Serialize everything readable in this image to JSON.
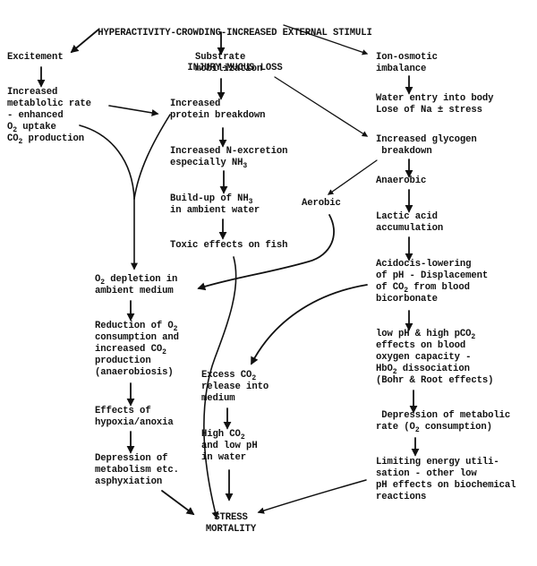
{
  "diagram": {
    "title_lines": [
      "HYPERACTIVITY-CROWDING-INCREASED EXTERNAL STIMULI",
      "INJURY-MUCUS LOSS"
    ],
    "nodes": {
      "excitement": [
        "Excitement"
      ],
      "increased_metabolic_rate": [
        "Increased",
        "metablolic rate",
        "- enhanced",
        "O|2| uptake",
        "CO|2| production"
      ],
      "substrate_mobilization": [
        "Substrate",
        "mobilization"
      ],
      "increased_protein_breakdown": [
        "Increased",
        "protein breakdown"
      ],
      "increased_n_excretion": [
        "Increased N-excretion",
        "especially NH|3|"
      ],
      "buildup_nh3": [
        "Build-up of NH|3|",
        "in ambient water"
      ],
      "toxic_effects": [
        "Toxic effects on fish"
      ],
      "aerobic": [
        "Aerobic"
      ],
      "ion_osmotic_imbalance": [
        "Ion-osmotic",
        "imbalance"
      ],
      "water_entry": [
        "Water entry into body",
        "Lose of Na ± stress"
      ],
      "increased_glycogen_breakdown": [
        "Increased glycogen",
        " breakdown"
      ],
      "anaerobic": [
        "Anaerobic"
      ],
      "lactic_acid": [
        "Lactic acid",
        "accumulation"
      ],
      "acidosis": [
        "Acidocis-lowering",
        "of pH - Displacement",
        "of CO|2| from blood",
        "bicorbonate"
      ],
      "low_ph_high_pco2": [
        "low pH & high pCO|2|",
        "effects on blood",
        "oxygen capacity -",
        "HbO|2| dissociation",
        "(Bohr & Root effects)"
      ],
      "depression_metabolic_rate": [
        " Depression of metabolic",
        "rate (O|2| consumption)"
      ],
      "limiting_energy": [
        "Limiting energy utili-",
        "sation - other low",
        "pH effects on biochemical",
        "reactions"
      ],
      "o2_depletion": [
        "O|2| depletion in",
        "ambient medium"
      ],
      "reduction_o2_consumption": [
        "Reduction of O|2|",
        "consumption and",
        "increased CO|2|",
        "production",
        "(anaerobiosis)"
      ],
      "effects_hypoxia": [
        "Effects of",
        "hypoxia/anoxia"
      ],
      "depression_metabolism": [
        "Depression of",
        "metabolism etc.",
        "asphyxiation"
      ],
      "excess_co2_release": [
        "Excess CO|2|",
        "release into",
        "medium"
      ],
      "high_co2_low_ph": [
        "High CO|2|",
        "and low pH",
        "in water"
      ],
      "stress_mortality": [
        "STRESS",
        "MORTALITY"
      ]
    }
  }
}
